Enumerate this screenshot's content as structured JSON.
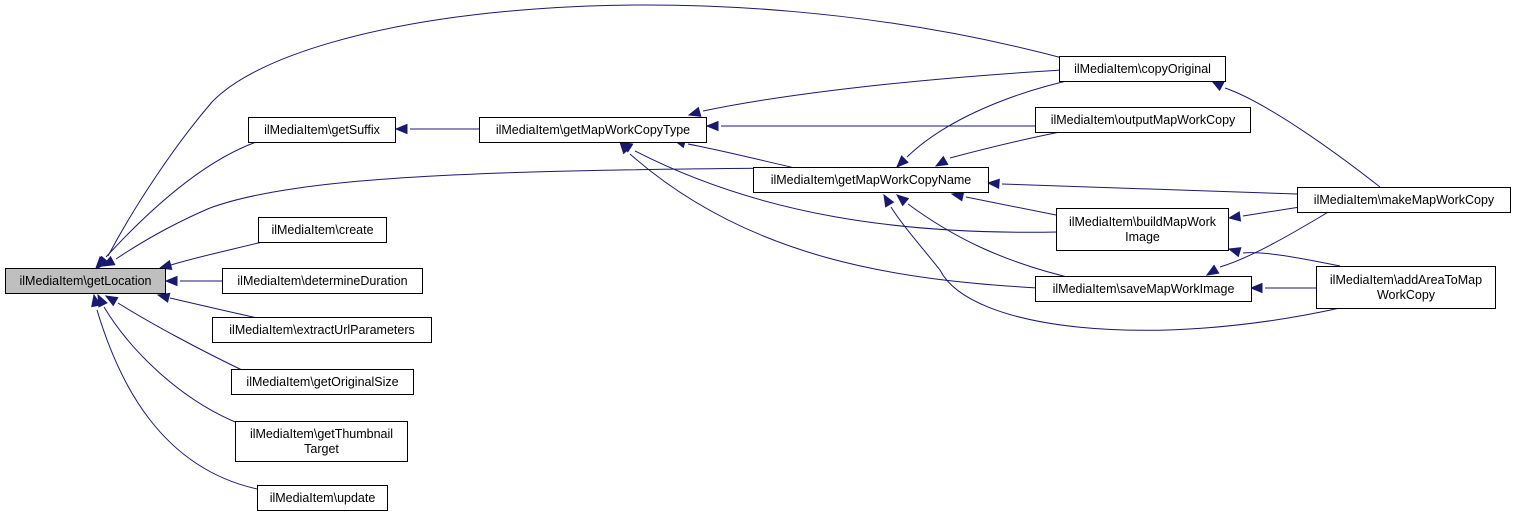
{
  "graph": {
    "edge_color": "#191970",
    "root_fill": "#bfbfbf",
    "nodes": {
      "getLocation": {
        "lines": [
          "ilMediaItem\\getLocation"
        ]
      },
      "getSuffix": {
        "lines": [
          "ilMediaItem\\getSuffix"
        ]
      },
      "create": {
        "lines": [
          "ilMediaItem\\create"
        ]
      },
      "determineDuration": {
        "lines": [
          "ilMediaItem\\determineDuration"
        ]
      },
      "extractUrlParameters": {
        "lines": [
          "ilMediaItem\\extractUrlParameters"
        ]
      },
      "getOriginalSize": {
        "lines": [
          "ilMediaItem\\getOriginalSize"
        ]
      },
      "getThumbnailTarget": {
        "lines": [
          "ilMediaItem\\getThumbnail",
          "Target"
        ]
      },
      "update": {
        "lines": [
          "ilMediaItem\\update"
        ]
      },
      "getMapWorkCopyType": {
        "lines": [
          "ilMediaItem\\getMapWorkCopyType"
        ]
      },
      "getMapWorkCopyName": {
        "lines": [
          "ilMediaItem\\getMapWorkCopyName"
        ]
      },
      "copyOriginal": {
        "lines": [
          "ilMediaItem\\copyOriginal"
        ]
      },
      "outputMapWorkCopy": {
        "lines": [
          "ilMediaItem\\outputMapWorkCopy"
        ]
      },
      "buildMapWorkImage": {
        "lines": [
          "ilMediaItem\\buildMapWork",
          "Image"
        ]
      },
      "saveMapWorkImage": {
        "lines": [
          "ilMediaItem\\saveMapWorkImage"
        ]
      },
      "makeMapWorkCopy": {
        "lines": [
          "ilMediaItem\\makeMapWorkCopy"
        ]
      },
      "addAreaToMapWorkCopy": {
        "lines": [
          "ilMediaItem\\addAreaToMap",
          "WorkCopy"
        ]
      }
    },
    "edges": [
      [
        "getSuffix",
        "getLocation"
      ],
      [
        "copyOriginal",
        "getLocation"
      ],
      [
        "getMapWorkCopyName",
        "getLocation"
      ],
      [
        "create",
        "getLocation"
      ],
      [
        "determineDuration",
        "getLocation"
      ],
      [
        "extractUrlParameters",
        "getLocation"
      ],
      [
        "getOriginalSize",
        "getLocation"
      ],
      [
        "getThumbnailTarget",
        "getLocation"
      ],
      [
        "update",
        "getLocation"
      ],
      [
        "getMapWorkCopyType",
        "getSuffix"
      ],
      [
        "copyOriginal",
        "getMapWorkCopyType"
      ],
      [
        "outputMapWorkCopy",
        "getMapWorkCopyType"
      ],
      [
        "getMapWorkCopyName",
        "getMapWorkCopyType"
      ],
      [
        "buildMapWorkImage",
        "getMapWorkCopyType"
      ],
      [
        "saveMapWorkImage",
        "getMapWorkCopyType"
      ],
      [
        "copyOriginal",
        "getMapWorkCopyName"
      ],
      [
        "outputMapWorkCopy",
        "getMapWorkCopyName"
      ],
      [
        "makeMapWorkCopy",
        "getMapWorkCopyName"
      ],
      [
        "buildMapWorkImage",
        "getMapWorkCopyName"
      ],
      [
        "saveMapWorkImage",
        "getMapWorkCopyName"
      ],
      [
        "addAreaToMapWorkCopy",
        "getMapWorkCopyName"
      ],
      [
        "makeMapWorkCopy",
        "copyOriginal"
      ],
      [
        "makeMapWorkCopy",
        "buildMapWorkImage"
      ],
      [
        "addAreaToMapWorkCopy",
        "buildMapWorkImage"
      ],
      [
        "makeMapWorkCopy",
        "saveMapWorkImage"
      ],
      [
        "addAreaToMapWorkCopy",
        "saveMapWorkImage"
      ]
    ]
  }
}
